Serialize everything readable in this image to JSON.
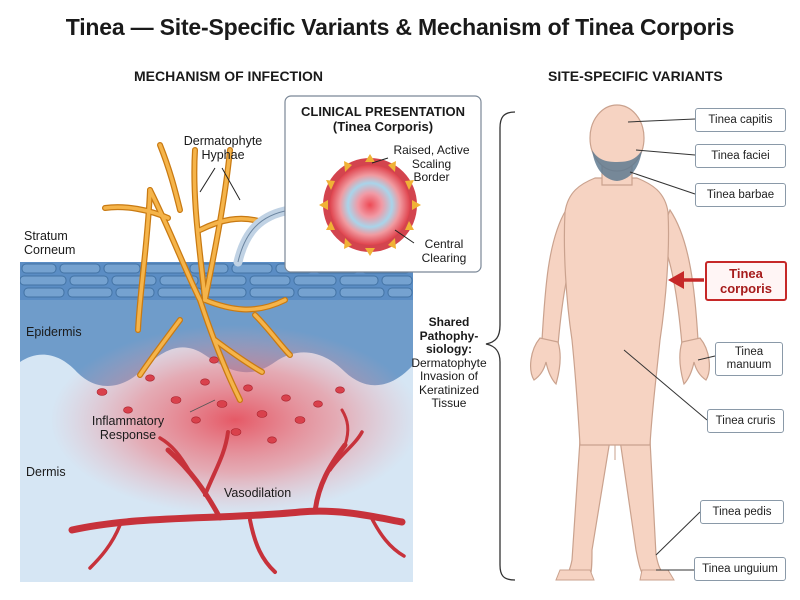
{
  "title": "Tinea — Site-Specific Variants & Mechanism of Tinea Corporis",
  "mechanism": {
    "heading": "MECHANISM OF INFECTION",
    "labels": {
      "hyphae": "Dermatophyte\nHyphae",
      "stratum_corneum": "Stratum\nCorneum",
      "epidermis": "Epidermis",
      "dermis": "Dermis",
      "inflammatory_response": "Inflammatory\nResponse",
      "vasodilation": "Vasodilation"
    }
  },
  "clinical": {
    "title": "CLINICAL PRESENTATION\n(Tinea Corporis)",
    "border_label": "Raised, Active\nScaling\nBorder",
    "center_label": "Central\nClearing"
  },
  "variants": {
    "heading": "SITE-SPECIFIC VARIANTS",
    "shared_bold": "Shared\nPathophy-\nsiology:",
    "shared_text": "Dermatophyte\nInvasion of\nKeratinized\nTissue",
    "items": [
      {
        "label": "Tinea capitis",
        "highlight": false
      },
      {
        "label": "Tinea faciei",
        "highlight": false
      },
      {
        "label": "Tinea barbae",
        "highlight": false
      },
      {
        "label": "Tinea\ncorporis",
        "highlight": true
      },
      {
        "label": "Tinea\nmanuum",
        "highlight": false
      },
      {
        "label": "Tinea cruris",
        "highlight": false
      },
      {
        "label": "Tinea pedis",
        "highlight": false
      },
      {
        "label": "Tinea unguium",
        "highlight": false
      }
    ]
  },
  "colors": {
    "stratum": "#5b8dc4",
    "epidermis": "#6f99c9",
    "dermis": "#cfe0f0",
    "hyphae": "#f2a93b",
    "vessel": "#c7323b",
    "inflammation": "#e8505b",
    "highlight": "#c62828",
    "body": "#f6d3c2"
  }
}
